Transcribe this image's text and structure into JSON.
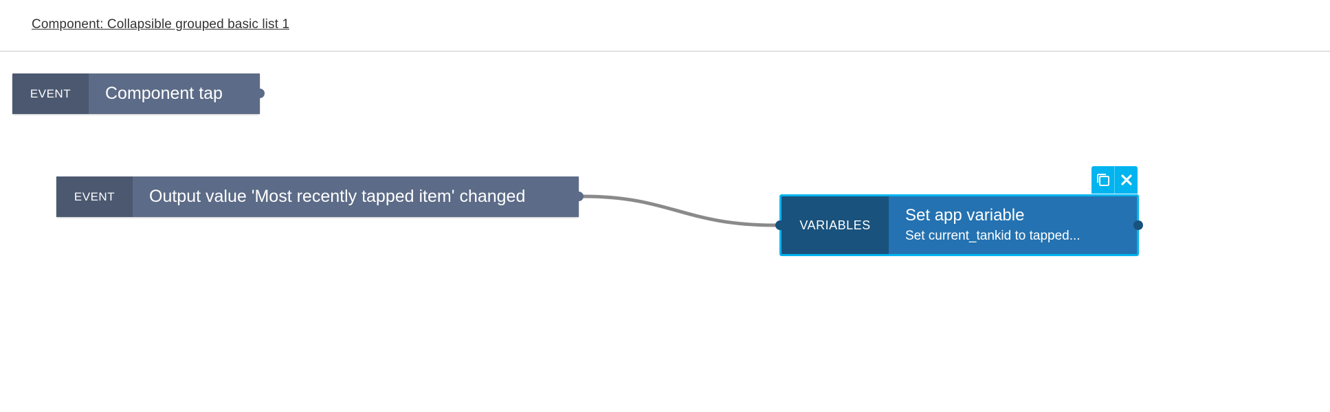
{
  "header": {
    "title": "Component: Collapsible grouped basic list 1"
  },
  "nodes": {
    "component_tap": {
      "tag": "EVENT",
      "label": "Component tap"
    },
    "output_changed": {
      "tag": "EVENT",
      "label": "Output value 'Most recently tapped item' changed"
    },
    "set_variable": {
      "tag": "VARIABLES",
      "title": "Set app variable",
      "subtitle": "Set current_tankid to tapped..."
    }
  },
  "node_actions": {
    "icons": [
      "duplicate-icon",
      "close-icon"
    ]
  },
  "colors": {
    "event_tag": "#4b5870",
    "event_body": "#5c6b87",
    "variables_tag": "#19527d",
    "variables_body": "#2472b1",
    "selection": "#00b4f0",
    "wire": "#8a8a8a"
  }
}
